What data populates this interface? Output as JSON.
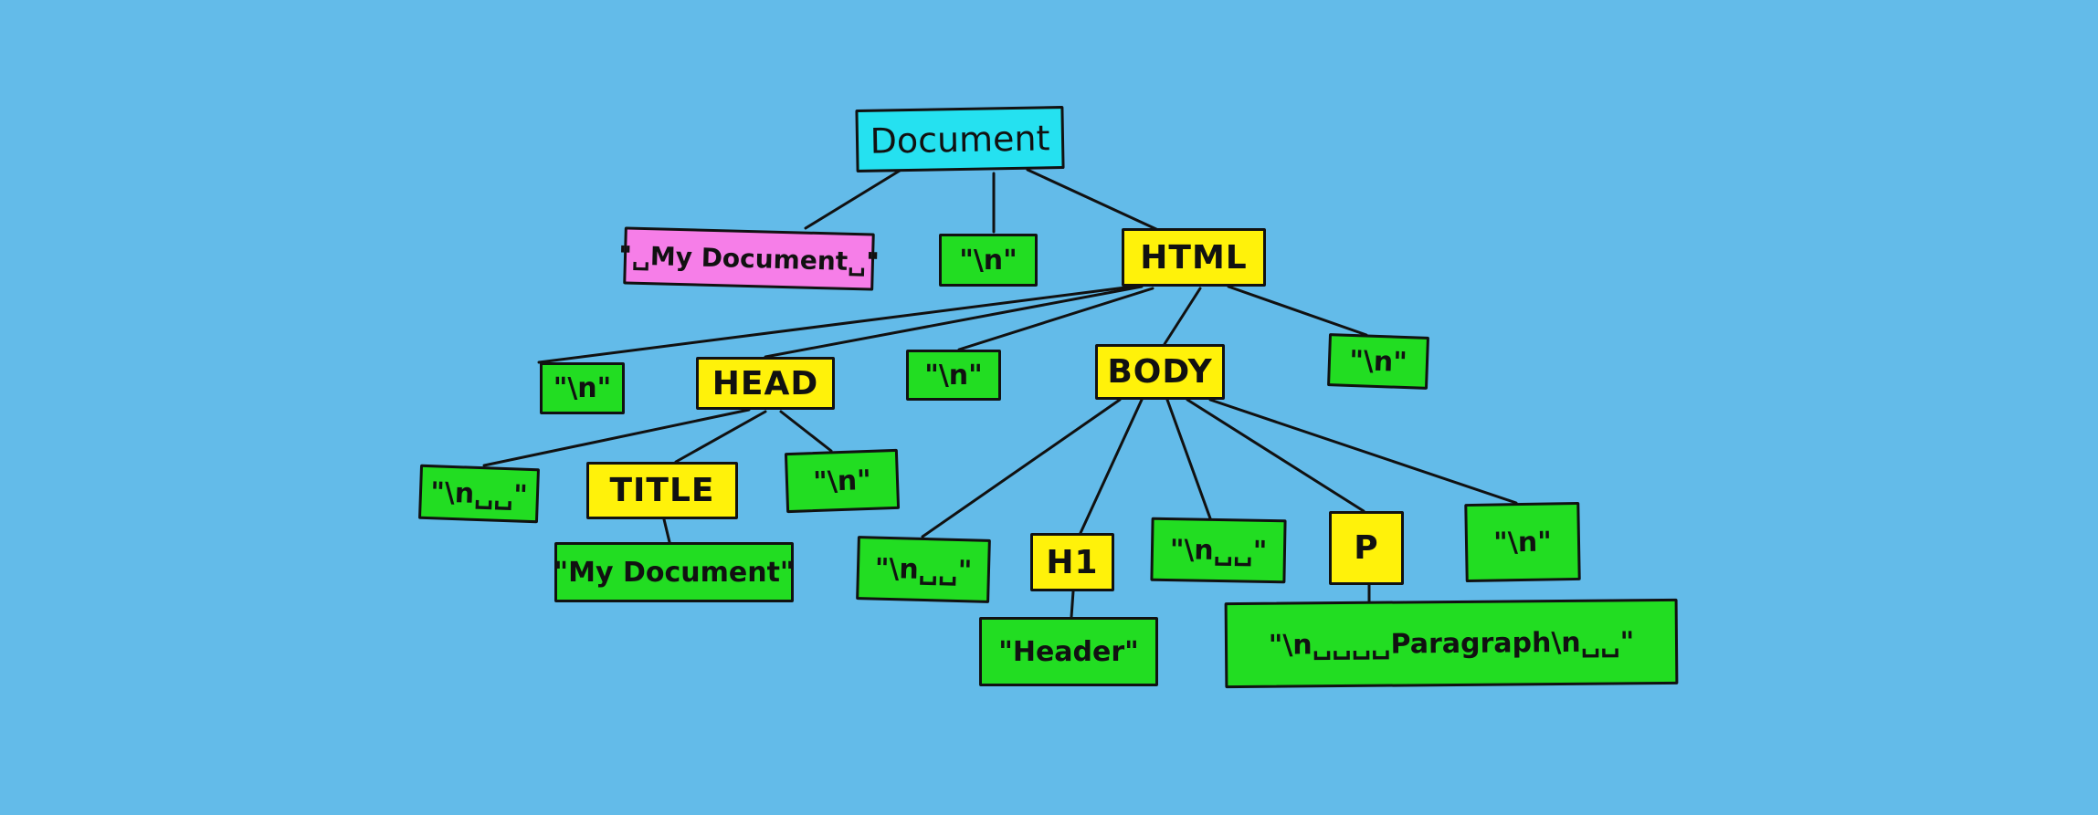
{
  "colors": {
    "background": "#63bbe9",
    "document": "#25e1f0",
    "element": "#fff20a",
    "text": "#22dd22",
    "comment": "#f67ee8",
    "line": "#111111"
  },
  "tree": {
    "document": "Document",
    "comment": "\"␣My Document␣\"",
    "doc_newline": "\"\\n\"",
    "html": "HTML",
    "html_nl_1": "\"\\n\"",
    "head": "HEAD",
    "html_nl_2": "\"\\n\"",
    "body": "BODY",
    "html_nl_3": "\"\\n\"",
    "head_nl_1": "\"\\n␣␣\"",
    "title": "TITLE",
    "head_nl_2": "\"\\n\"",
    "title_text": "\"My Document\"",
    "body_nl_1": "\"\\n␣␣\"",
    "h1": "H1",
    "body_nl_2": "\"\\n␣␣\"",
    "p": "P",
    "body_nl_3": "\"\\n\"",
    "h1_text": "\"Header\"",
    "p_text": "\"\\n␣␣␣␣Paragraph\\n␣␣\""
  }
}
